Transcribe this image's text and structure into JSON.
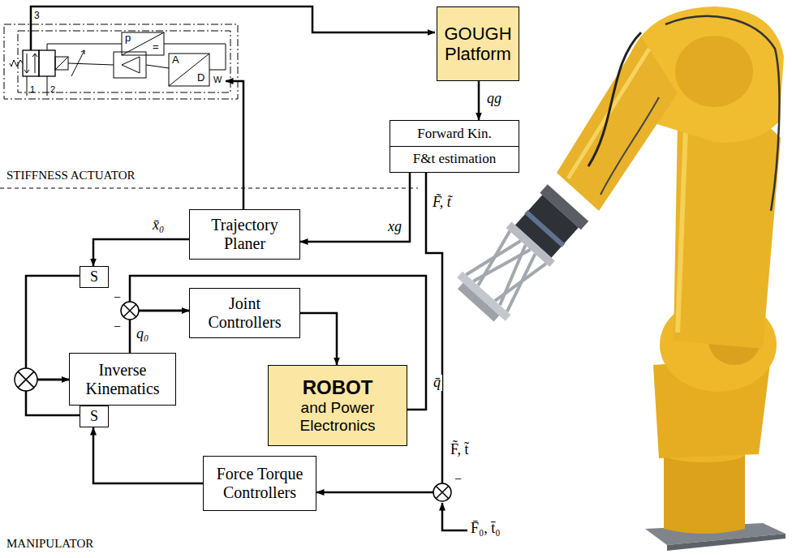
{
  "diagram": {
    "nodes": [
      {
        "text": [
          "GOUGH Platform"
        ]
      },
      {
        "text": [
          "Forward Kin.",
          "F&t estimation"
        ]
      },
      {
        "text": [
          "Trajectory Planer"
        ]
      },
      {
        "text": [
          "S"
        ]
      },
      {
        "text": [
          "Joint Controllers"
        ]
      },
      {
        "text": [
          "Inverse Kinematics"
        ]
      },
      {
        "text": [
          "ROBOT",
          "and Power Electronics"
        ]
      },
      {
        "text": [
          "S"
        ]
      },
      {
        "text": [
          "Force Torque Controllers"
        ]
      }
    ],
    "edges": [
      {
        "from": 0,
        "to": 1,
        "arrow": "to",
        "label": "qg"
      },
      {
        "from": 1,
        "to": 2,
        "arrow": "to",
        "label": "xg"
      },
      {
        "from": 2,
        "to": 3,
        "arrow": "to",
        "label": "x̄₀"
      },
      {
        "from": 3,
        "to": 5,
        "arrow": "to"
      },
      {
        "from": 7,
        "to": 5,
        "arrow": "to"
      },
      {
        "from": 5,
        "to": 4,
        "arrow": "to",
        "label": "q₀"
      },
      {
        "from": 6,
        "to": 4,
        "arrow": "to",
        "label": "q̄"
      },
      {
        "from": 4,
        "to": 6,
        "arrow": "to"
      },
      {
        "from": 1,
        "to": 8,
        "arrow": "to",
        "label": "F̃, t̃"
      },
      {
        "from": 8,
        "to": 7,
        "arrow": "to"
      }
    ],
    "labels": [
      "3",
      "p",
      "=",
      "1",
      "2",
      "A",
      "D",
      "W",
      "STIFFNESS ACTUATOR",
      "−",
      "−",
      "F̃, t̃",
      "−",
      "F̄₀, t̄₀",
      "MANIPULATOR"
    ]
  }
}
